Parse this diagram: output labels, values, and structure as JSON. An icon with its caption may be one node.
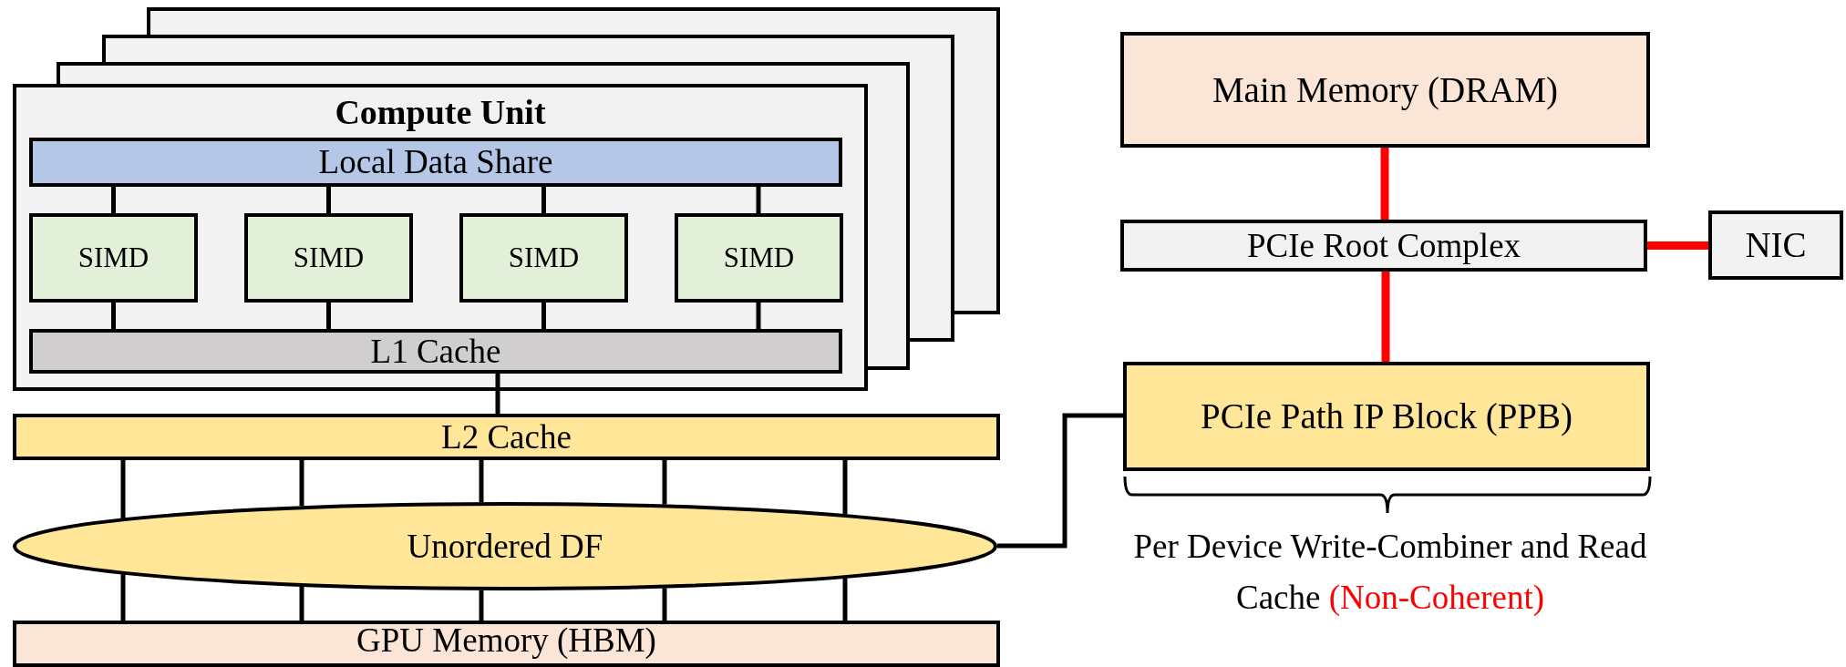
{
  "diagram": {
    "nodes": [
      {
        "text": [
          "Compute Unit"
        ]
      },
      {
        "text": [
          "Local Data Share"
        ],
        "in": 0
      },
      {
        "text": [
          "SIMD"
        ],
        "in": 0
      },
      {
        "text": [
          "SIMD"
        ],
        "in": 0
      },
      {
        "text": [
          "SIMD"
        ],
        "in": 0
      },
      {
        "text": [
          "SIMD"
        ],
        "in": 0
      },
      {
        "text": [
          "L1 Cache"
        ],
        "in": 0
      },
      {
        "text": [
          "L2 Cache"
        ]
      },
      {
        "text": [
          "Unordered DF"
        ]
      },
      {
        "text": [
          "GPU Memory (HBM)"
        ]
      },
      {
        "text": [
          "Main Memory (DRAM)"
        ]
      },
      {
        "text": [
          "PCIe Root Complex"
        ]
      },
      {
        "text": [
          "NIC"
        ]
      },
      {
        "text": [
          "PCIe Path IP Block (PPB)"
        ],
        "beside": [
          "Per Device Write-Combiner and Read Cache",
          "(Non-Coherent)"
        ]
      }
    ],
    "edges": [
      {
        "from": 1,
        "to": 2,
        "arrow": "none"
      },
      {
        "from": 1,
        "to": 3,
        "arrow": "none"
      },
      {
        "from": 1,
        "to": 4,
        "arrow": "none"
      },
      {
        "from": 1,
        "to": 5,
        "arrow": "none"
      },
      {
        "from": 2,
        "to": 6,
        "arrow": "none"
      },
      {
        "from": 3,
        "to": 6,
        "arrow": "none"
      },
      {
        "from": 4,
        "to": 6,
        "arrow": "none"
      },
      {
        "from": 5,
        "to": 6,
        "arrow": "none"
      },
      {
        "from": 6,
        "to": 7,
        "arrow": "none"
      },
      {
        "from": 7,
        "to": 8,
        "arrow": "none"
      },
      {
        "from": 7,
        "to": 8,
        "arrow": "none"
      },
      {
        "from": 7,
        "to": 8,
        "arrow": "none"
      },
      {
        "from": 7,
        "to": 8,
        "arrow": "none"
      },
      {
        "from": 7,
        "to": 8,
        "arrow": "none"
      },
      {
        "from": 8,
        "to": 9,
        "arrow": "none"
      },
      {
        "from": 8,
        "to": 9,
        "arrow": "none"
      },
      {
        "from": 8,
        "to": 9,
        "arrow": "none"
      },
      {
        "from": 8,
        "to": 9,
        "arrow": "none"
      },
      {
        "from": 8,
        "to": 9,
        "arrow": "none"
      },
      {
        "from": 8,
        "to": 13,
        "arrow": "none"
      },
      {
        "from": 10,
        "to": 11,
        "arrow": "none",
        "style": "thick",
        "color": "#ff0000"
      },
      {
        "from": 11,
        "to": 12,
        "arrow": "none",
        "style": "thick",
        "color": "#ff0000"
      },
      {
        "from": 11,
        "to": 13,
        "arrow": "none",
        "style": "thick",
        "color": "#ff0000"
      }
    ]
  }
}
